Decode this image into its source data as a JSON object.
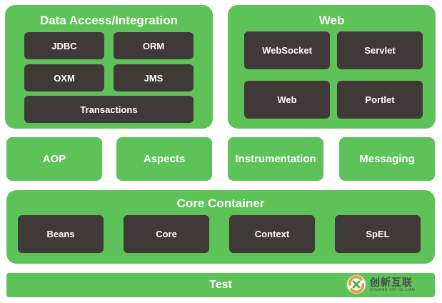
{
  "data_access": {
    "title": "Data Access/Integration",
    "items": [
      "JDBC",
      "ORM",
      "OXM",
      "JMS",
      "Transactions"
    ]
  },
  "web": {
    "title": "Web",
    "items": [
      "WebSocket",
      "Servlet",
      "Web",
      "Portlet"
    ]
  },
  "middle": [
    "AOP",
    "Aspects",
    "Instrumentation",
    "Messaging"
  ],
  "core_container": {
    "title": "Core Container",
    "items": [
      "Beans",
      "Core",
      "Context",
      "SpEL"
    ]
  },
  "test": "Test",
  "watermark": {
    "main": "创新互联",
    "sub": "CHUANG XIN HU LIAN"
  },
  "colors": {
    "green": "#5dc257",
    "dark": "#3f3a37",
    "text": "#ffffff"
  }
}
